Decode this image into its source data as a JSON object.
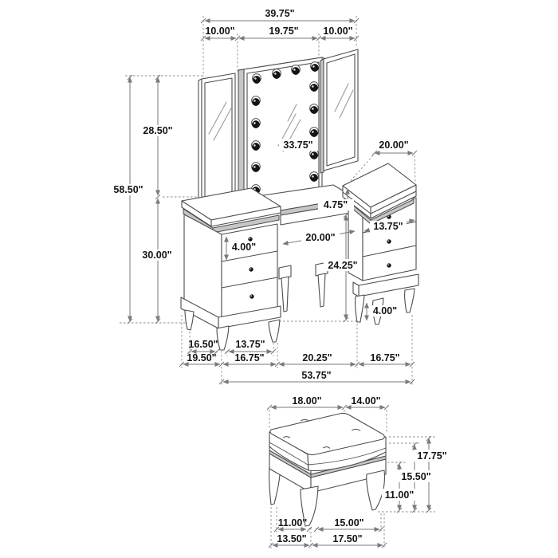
{
  "drawing": {
    "kind": "furniture-dimension-diagram",
    "subject": "vanity table with lighted mirror and upholstered stool",
    "units": "inches"
  },
  "colors": {
    "background": "#ffffff",
    "outline": "#4d4d4d",
    "dimension_line": "#7a7a7a",
    "label_text": "#141414",
    "shaded_edge": "#c6c6c6"
  },
  "vanity": {
    "features": {
      "bulb_count": 14,
      "drawer_count": 6,
      "mirror_panels": 3
    },
    "dims": {
      "overall_width": "39.75\"",
      "left_mirror_width": "10.00\"",
      "center_mirror_width": "19.75\"",
      "right_mirror_width": "10.00\"",
      "side_mirror_height": "28.50\"",
      "overall_height": "58.50\"",
      "table_height": "30.00\"",
      "center_mirror_height": "33.75\"",
      "top_depth": "20.00\"",
      "top_thickness": "4.75\"",
      "right_drawer_width": "13.75\"",
      "left_drawer_height": "4.00\"",
      "knee_width": "20.00\"",
      "knee_height": "24.25\"",
      "leg_height": "4.00\"",
      "base_side_span": "16.50\"",
      "base_front_span": "13.75\"",
      "side_depth": "19.50\"",
      "left_pedestal_width": "16.75\"",
      "center_span": "20.25\"",
      "right_pedestal_width": "16.75\"",
      "front_width": "53.75\""
    }
  },
  "stool": {
    "features": {
      "leg_count": 4,
      "cushioned": true
    },
    "dims": {
      "seat_width": "18.00\"",
      "seat_depth": "14.00\"",
      "overall_height": "17.75\"",
      "seat_frame_height": "15.50\"",
      "leg_height": "11.00\"",
      "leg_span_side": "11.00\"",
      "leg_span_front": "15.00\"",
      "base_depth": "13.50\"",
      "base_width": "17.50\""
    }
  }
}
